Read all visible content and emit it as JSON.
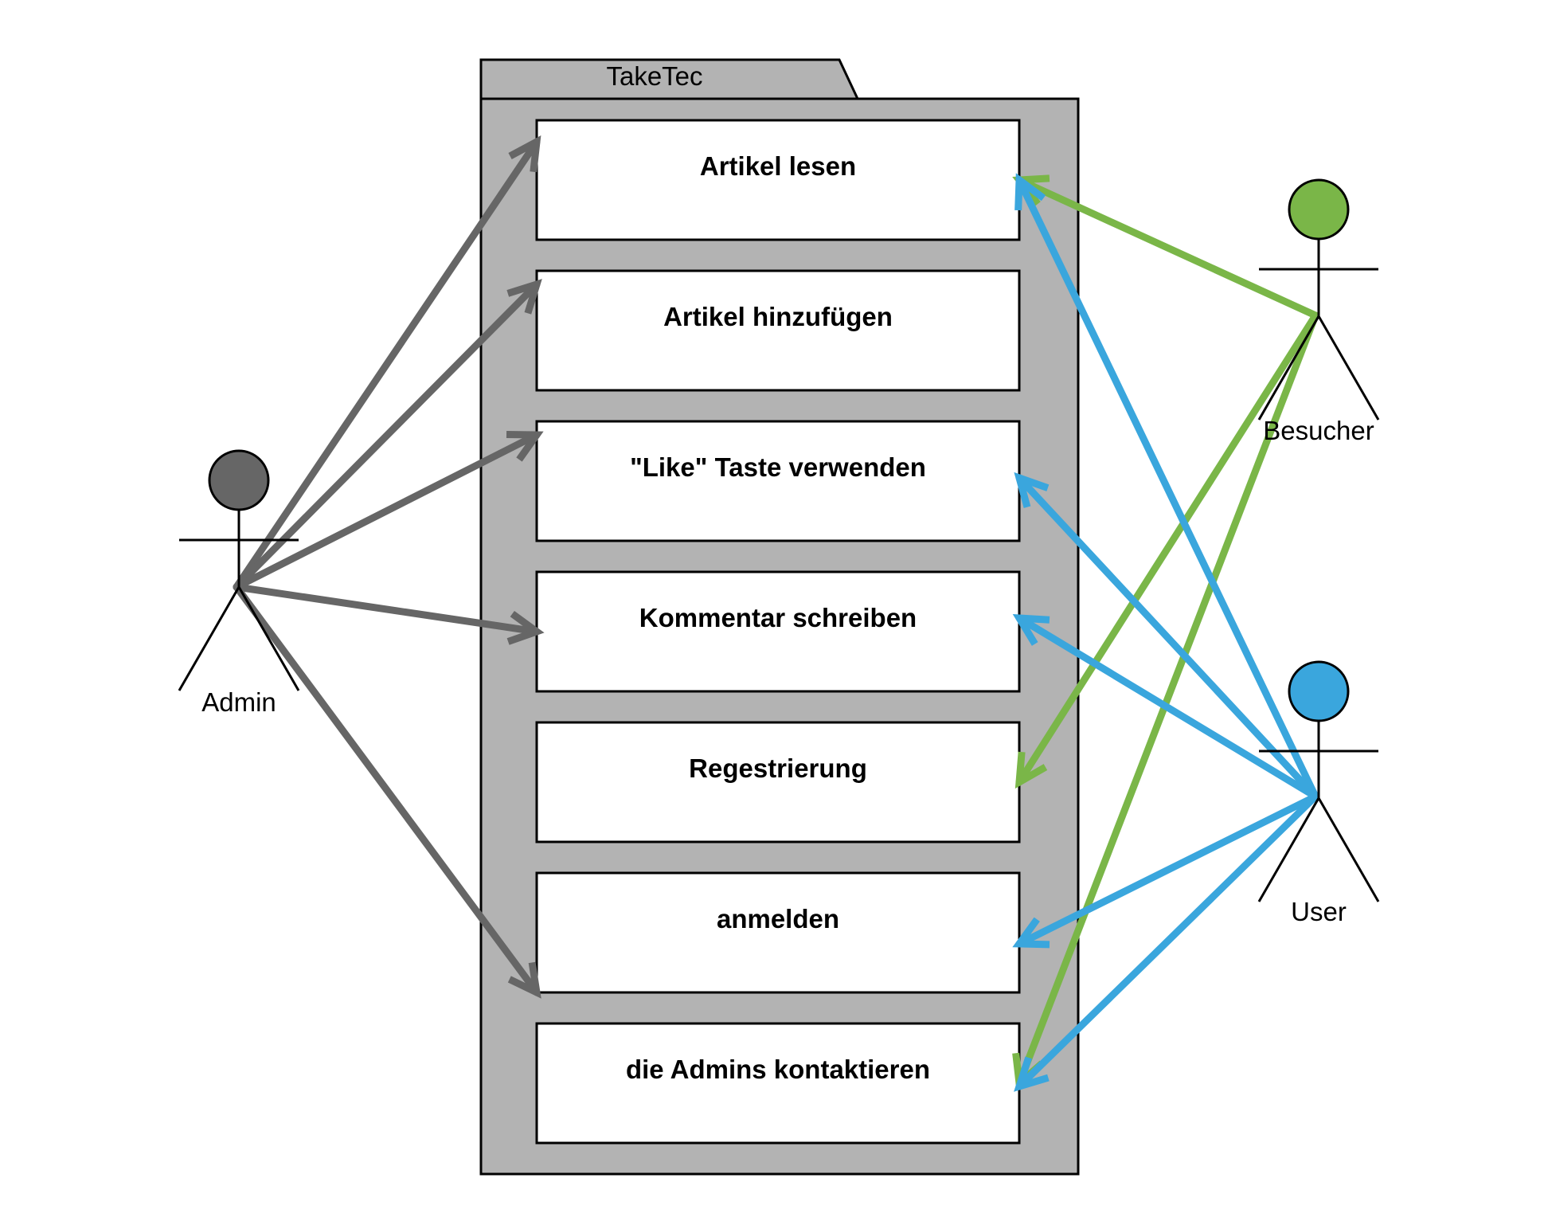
{
  "package": {
    "name": "TakeTec"
  },
  "colors": {
    "package_fill": "#b3b3b3",
    "admin": "#666666",
    "besucher": "#7ab648",
    "user": "#3aa6dd"
  },
  "use_cases": [
    {
      "id": "uc1",
      "label": "Artikel lesen"
    },
    {
      "id": "uc2",
      "label": "Artikel hinzufügen"
    },
    {
      "id": "uc3",
      "label": "\"Like\" Taste verwenden"
    },
    {
      "id": "uc4",
      "label": "Kommentar schreiben"
    },
    {
      "id": "uc5",
      "label": "Regestrierung"
    },
    {
      "id": "uc6",
      "label": "anmelden"
    },
    {
      "id": "uc7",
      "label": "die Admins kontaktieren"
    }
  ],
  "actors": [
    {
      "id": "admin",
      "label": "Admin",
      "color_key": "admin",
      "head_fill": "#666666"
    },
    {
      "id": "besucher",
      "label": "Besucher",
      "color_key": "besucher",
      "head_fill": "#7ab648"
    },
    {
      "id": "user",
      "label": "User",
      "color_key": "user",
      "head_fill": "#3aa6dd"
    }
  ],
  "associations": [
    {
      "from": "admin",
      "to": "uc1"
    },
    {
      "from": "admin",
      "to": "uc2"
    },
    {
      "from": "admin",
      "to": "uc3"
    },
    {
      "from": "admin",
      "to": "uc4"
    },
    {
      "from": "admin",
      "to": "uc6"
    },
    {
      "from": "besucher",
      "to": "uc1"
    },
    {
      "from": "besucher",
      "to": "uc5"
    },
    {
      "from": "besucher",
      "to": "uc7"
    },
    {
      "from": "user",
      "to": "uc1"
    },
    {
      "from": "user",
      "to": "uc3"
    },
    {
      "from": "user",
      "to": "uc4"
    },
    {
      "from": "user",
      "to": "uc6"
    },
    {
      "from": "user",
      "to": "uc7"
    }
  ]
}
